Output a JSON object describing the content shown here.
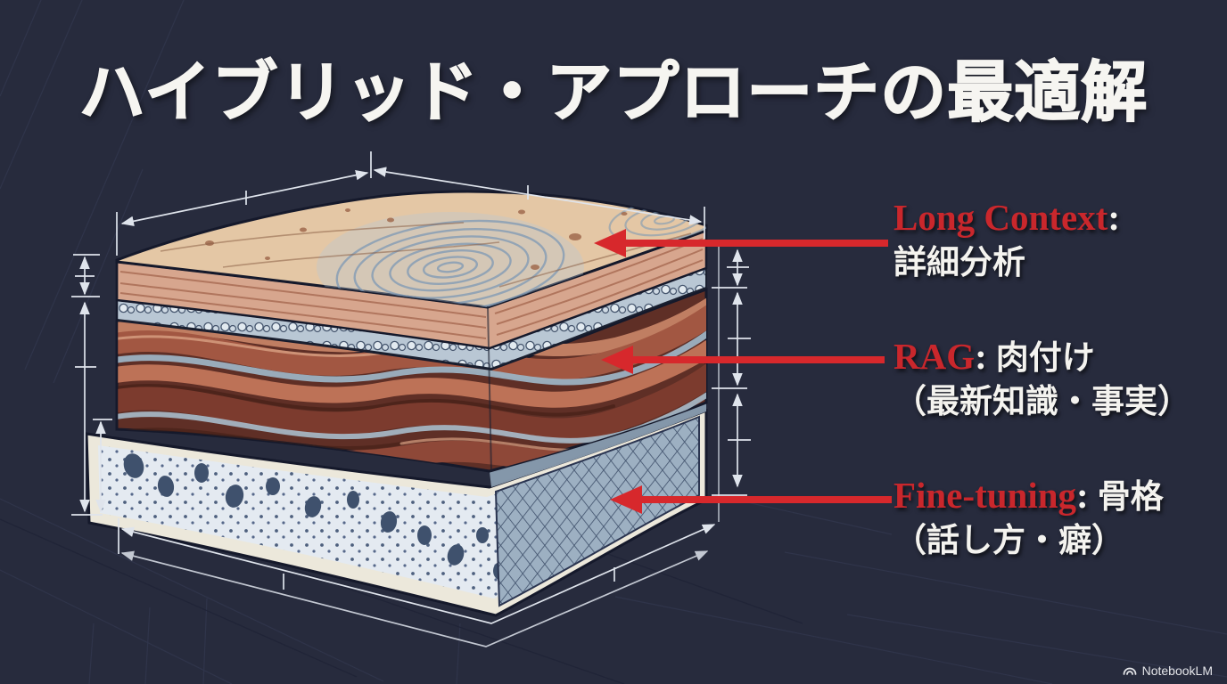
{
  "slide": {
    "title": "ハイブリッド・アプローチの最適解"
  },
  "illustration": {
    "description": "Anatomical cross-section block of skin, muscle and bone drawn like a technical blueprint with white dimension lines on a dark navy background"
  },
  "annotations": {
    "long_context": {
      "term": "Long Context",
      "colon": ":",
      "label": "詳細分析"
    },
    "rag": {
      "term": "RAG",
      "colon": ":",
      "label": "肉付け",
      "sub": "（最新知識・事実）"
    },
    "fine_tuning": {
      "term": "Fine-tuning",
      "colon": ":",
      "label": "骨格",
      "sub": "（話し方・癖）"
    }
  },
  "watermark": {
    "label": "NotebookLM"
  },
  "colors": {
    "background": "#272b3d",
    "accent_red": "#c9272c",
    "arrow_red": "#d7282c",
    "text_white": "#f4f3ef",
    "dimension_line": "#dfe4ec"
  }
}
